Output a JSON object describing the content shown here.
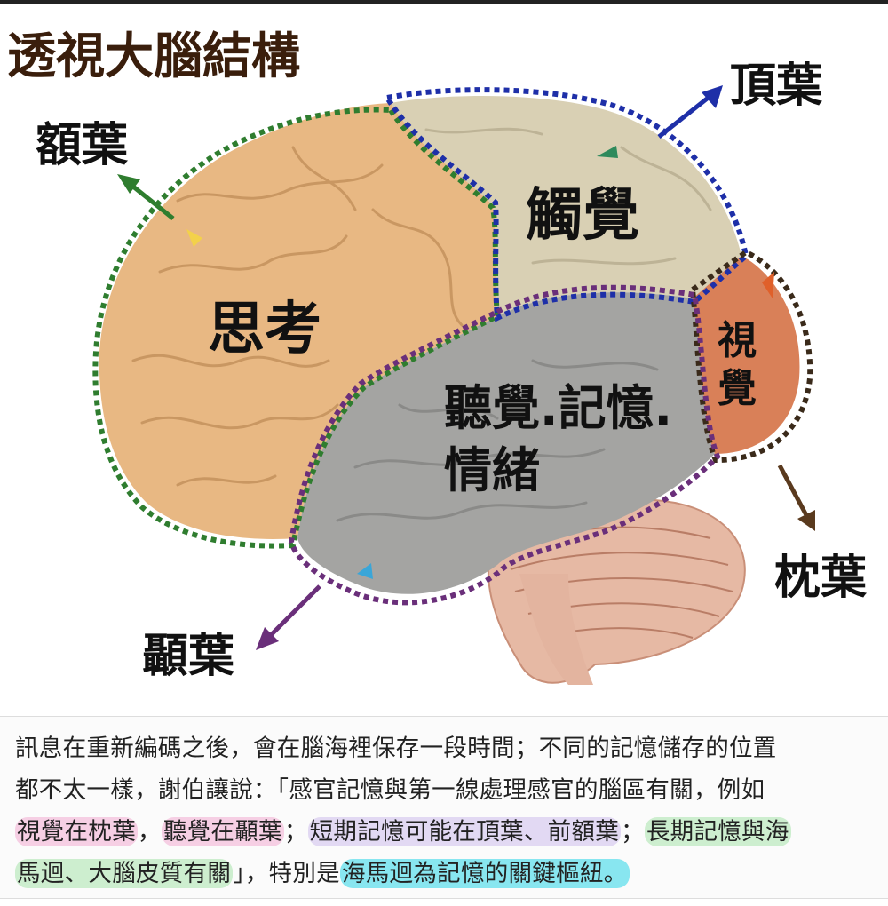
{
  "title": "透視大腦結構",
  "regions": {
    "frontal": {
      "name": "額葉",
      "function": "思考",
      "color": "#e8b883",
      "outline": "#2f7d2f"
    },
    "parietal": {
      "name": "頂葉",
      "function": "觸覺",
      "color": "#d9d0b4",
      "outline": "#1e2fa8"
    },
    "occipital": {
      "name": "枕葉",
      "function": "視覺",
      "color": "#d98058",
      "outline": "#3a2a1a"
    },
    "temporal": {
      "name": "顳葉",
      "function_line1": "聽覺.記憶.",
      "function_line2": "情緒",
      "color": "#a4a4a2",
      "outline": "#6a2f7a"
    }
  },
  "caption": {
    "line1": "訊息在重新編碼之後，會在腦海裡保存一段時間；不同的記憶儲存的位置",
    "line2": "都不太一樣，謝伯讓說：「感官記憶與第一線處理感官的腦區有關，例如",
    "line3": {
      "hl1": "視覺在枕葉",
      "sep1": "，",
      "hl2": "聽覺在顳葉",
      "sep2": "；",
      "hl3": "短期記憶可能在頂葉、前額葉",
      "sep3": "；",
      "hl4": "長期記憶與海"
    },
    "line4": {
      "hl4b": "馬迴、大腦皮質有關",
      "mid": "」，特別是",
      "hl5": "海馬迴為記憶的關鍵樞紐。"
    }
  }
}
